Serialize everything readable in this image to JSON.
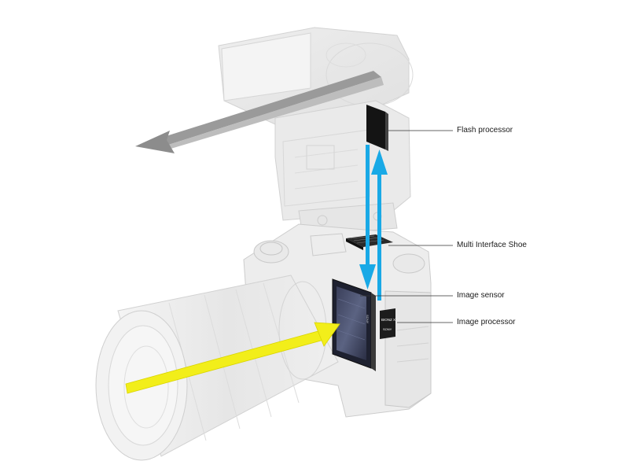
{
  "callouts": {
    "flash_processor": "Flash processor",
    "multi_interface_shoe": "Multi Interface Shoe",
    "image_sensor": "Image sensor",
    "image_processor": "Image processor"
  },
  "chip_labels": {
    "sensor_brand": "SONY",
    "processor_name": "BIONZ X",
    "processor_brand": "SONY"
  },
  "colors": {
    "signal_arrows": "#19a9e6",
    "light_arrow": "#f2ee1a",
    "flash_beam": "#8c8c8c",
    "callout_line": "#333333",
    "ghost_body": "#b8b8b8"
  }
}
